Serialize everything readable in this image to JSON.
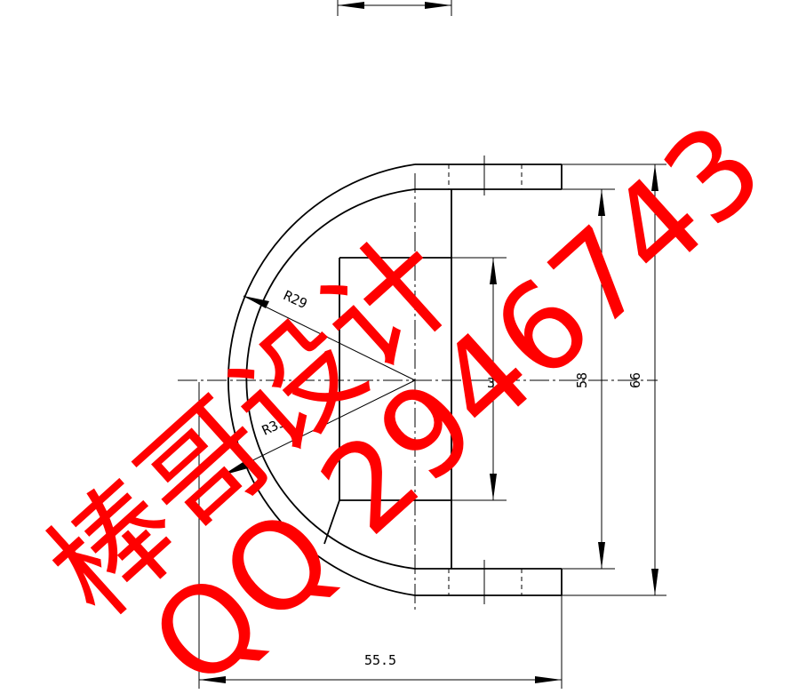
{
  "dimensions": {
    "r29": "R29",
    "r33": "R33",
    "d37": "37",
    "d58": "58",
    "d66": "66",
    "d55_5": "55.5"
  },
  "watermark": {
    "line1": "棒哥设计",
    "line2": "QQ 2946743"
  },
  "colors": {
    "line": "#000000",
    "watermark": "#ff0000"
  }
}
